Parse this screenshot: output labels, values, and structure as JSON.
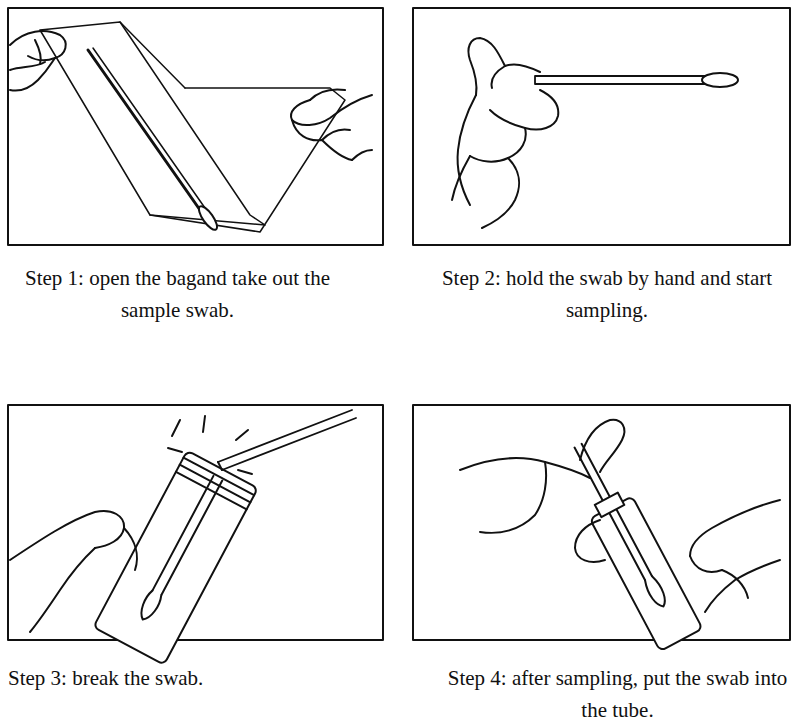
{
  "diagram": {
    "labels": [
      "Step 1: open the bagand take out the sample swab.",
      "Step 2: hold the swab by hand and start sampling.",
      "Step 3: break the swab.",
      "Step 4: after sampling, put the swab into the tube."
    ]
  }
}
